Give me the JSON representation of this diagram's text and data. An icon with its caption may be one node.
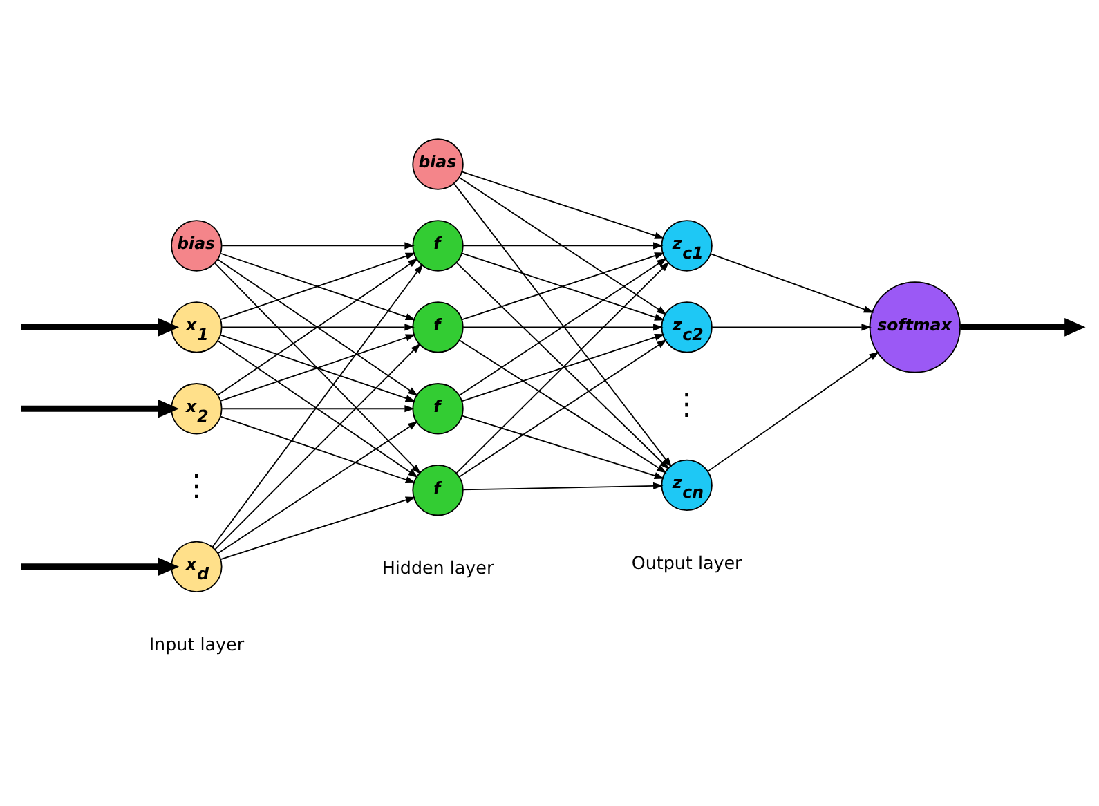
{
  "diagram": {
    "nodes": [
      {
        "text": [
          "bias"
        ]
      },
      {
        "text": [
          "x$_{1}$"
        ]
      },
      {
        "text": [
          "x$_{2}$"
        ]
      },
      {
        "text": [
          "x$_{d}$"
        ]
      },
      {
        "text": [
          "bias"
        ]
      },
      {
        "text": [
          "f"
        ]
      },
      {
        "text": [
          "f"
        ]
      },
      {
        "text": [
          "f"
        ]
      },
      {
        "text": [
          "f"
        ]
      },
      {
        "text": [
          "z$_{c1}$"
        ]
      },
      {
        "text": [
          "z$_{c2}$"
        ]
      },
      {
        "text": [
          "z$_{cn}$"
        ]
      },
      {
        "text": [
          "softmax"
        ]
      }
    ],
    "edges": [
      {
        "from": null,
        "to": 1,
        "arrow": "to",
        "style": "thick"
      },
      {
        "from": null,
        "to": 2,
        "arrow": "to",
        "style": "thick"
      },
      {
        "from": null,
        "to": 3,
        "arrow": "to",
        "style": "thick"
      },
      {
        "from": 0,
        "to": 5,
        "arrow": "to"
      },
      {
        "from": 0,
        "to": 6,
        "arrow": "to"
      },
      {
        "from": 0,
        "to": 7,
        "arrow": "to"
      },
      {
        "from": 0,
        "to": 8,
        "arrow": "to"
      },
      {
        "from": 1,
        "to": 5,
        "arrow": "to"
      },
      {
        "from": 1,
        "to": 6,
        "arrow": "to"
      },
      {
        "from": 1,
        "to": 7,
        "arrow": "to"
      },
      {
        "from": 1,
        "to": 8,
        "arrow": "to"
      },
      {
        "from": 2,
        "to": 5,
        "arrow": "to"
      },
      {
        "from": 2,
        "to": 6,
        "arrow": "to"
      },
      {
        "from": 2,
        "to": 7,
        "arrow": "to"
      },
      {
        "from": 2,
        "to": 8,
        "arrow": "to"
      },
      {
        "from": 3,
        "to": 5,
        "arrow": "to"
      },
      {
        "from": 3,
        "to": 6,
        "arrow": "to"
      },
      {
        "from": 3,
        "to": 7,
        "arrow": "to"
      },
      {
        "from": 3,
        "to": 8,
        "arrow": "to"
      },
      {
        "from": 4,
        "to": 9,
        "arrow": "to"
      },
      {
        "from": 4,
        "to": 10,
        "arrow": "to"
      },
      {
        "from": 4,
        "to": 11,
        "arrow": "to"
      },
      {
        "from": 5,
        "to": 9,
        "arrow": "to"
      },
      {
        "from": 5,
        "to": 10,
        "arrow": "to"
      },
      {
        "from": 5,
        "to": 11,
        "arrow": "to"
      },
      {
        "from": 6,
        "to": 9,
        "arrow": "to"
      },
      {
        "from": 6,
        "to": 10,
        "arrow": "to"
      },
      {
        "from": 6,
        "to": 11,
        "arrow": "to"
      },
      {
        "from": 7,
        "to": 9,
        "arrow": "to"
      },
      {
        "from": 7,
        "to": 10,
        "arrow": "to"
      },
      {
        "from": 7,
        "to": 11,
        "arrow": "to"
      },
      {
        "from": 8,
        "to": 9,
        "arrow": "to"
      },
      {
        "from": 8,
        "to": 10,
        "arrow": "to"
      },
      {
        "from": 8,
        "to": 11,
        "arrow": "to"
      },
      {
        "from": 9,
        "to": 12,
        "arrow": "to"
      },
      {
        "from": 10,
        "to": 12,
        "arrow": "to"
      },
      {
        "from": 11,
        "to": 12,
        "arrow": "to"
      },
      {
        "from": 12,
        "to": null,
        "arrow": "to",
        "style": "thick"
      }
    ],
    "labels": [
      "⋮",
      "⋮",
      "Input layer",
      "Hidden layer",
      "Output layer"
    ]
  }
}
